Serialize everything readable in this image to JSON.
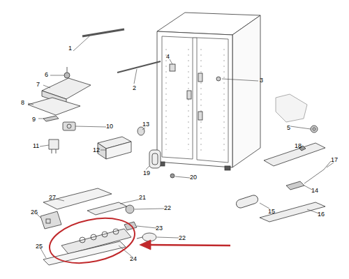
{
  "diagram": {
    "labels": [
      "1",
      "4",
      "6",
      "3",
      "7",
      "2",
      "8",
      "9",
      "5",
      "10",
      "13",
      "18",
      "11",
      "12",
      "19",
      "17",
      "20",
      "14",
      "27",
      "21",
      "22",
      "15",
      "26",
      "16",
      "23",
      "22",
      "25",
      "24"
    ]
  }
}
